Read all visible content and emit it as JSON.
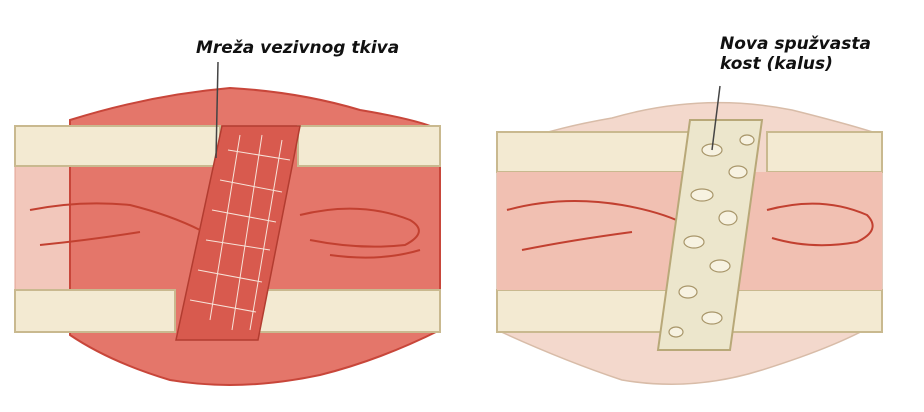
{
  "colors": {
    "tissue_red": "#e4766a",
    "tissue_red_dark": "#c8463a",
    "tissue_pale": "#f4cfc4",
    "bone_cream": "#f3ead2",
    "bone_outline": "#c9b98f",
    "vessel": "#c24030",
    "callus": "#ece6cc",
    "leader": "#444444"
  },
  "stages": [
    {
      "label": "Mreža vezivnog tkiva",
      "icon": "hematoma-fibrous-network-illustration"
    },
    {
      "label": "Nova spužvasta\nkost (kalus)",
      "icon": "soft-callus-spongy-bone-illustration"
    }
  ]
}
